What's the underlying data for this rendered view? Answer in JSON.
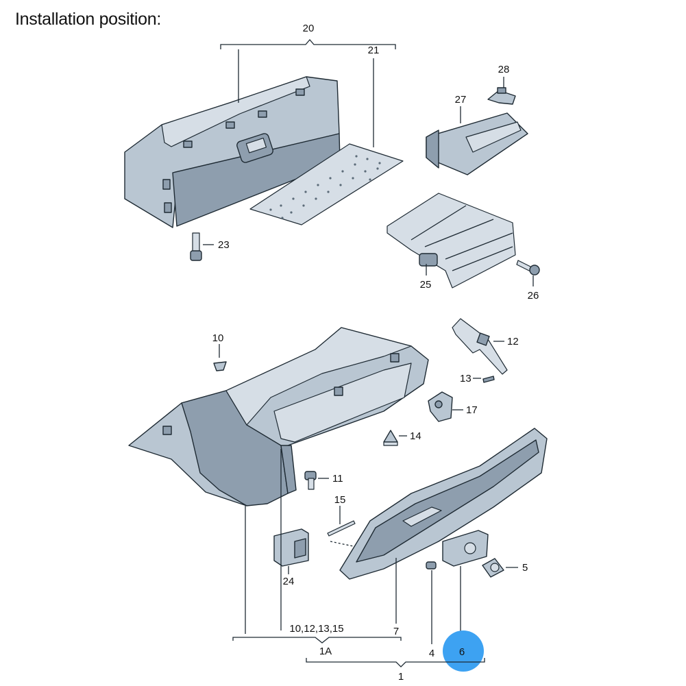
{
  "heading": "Installation position:",
  "labels": {
    "p20": "20",
    "p21": "21",
    "p23": "23",
    "p28": "28",
    "p27": "27",
    "p25": "25",
    "p26": "26",
    "p10": "10",
    "p12": "12",
    "p13": "13",
    "p17": "17",
    "p14": "14",
    "p11": "11",
    "p15": "15",
    "p24": "24",
    "p5": "5",
    "p4": "4",
    "p6": "6",
    "p7": "7",
    "group_a": "10,12,13,15",
    "p1A": "1A",
    "p1": "1"
  },
  "highlight_color": "#3da2f2",
  "part_fill": "#b9c6d2"
}
